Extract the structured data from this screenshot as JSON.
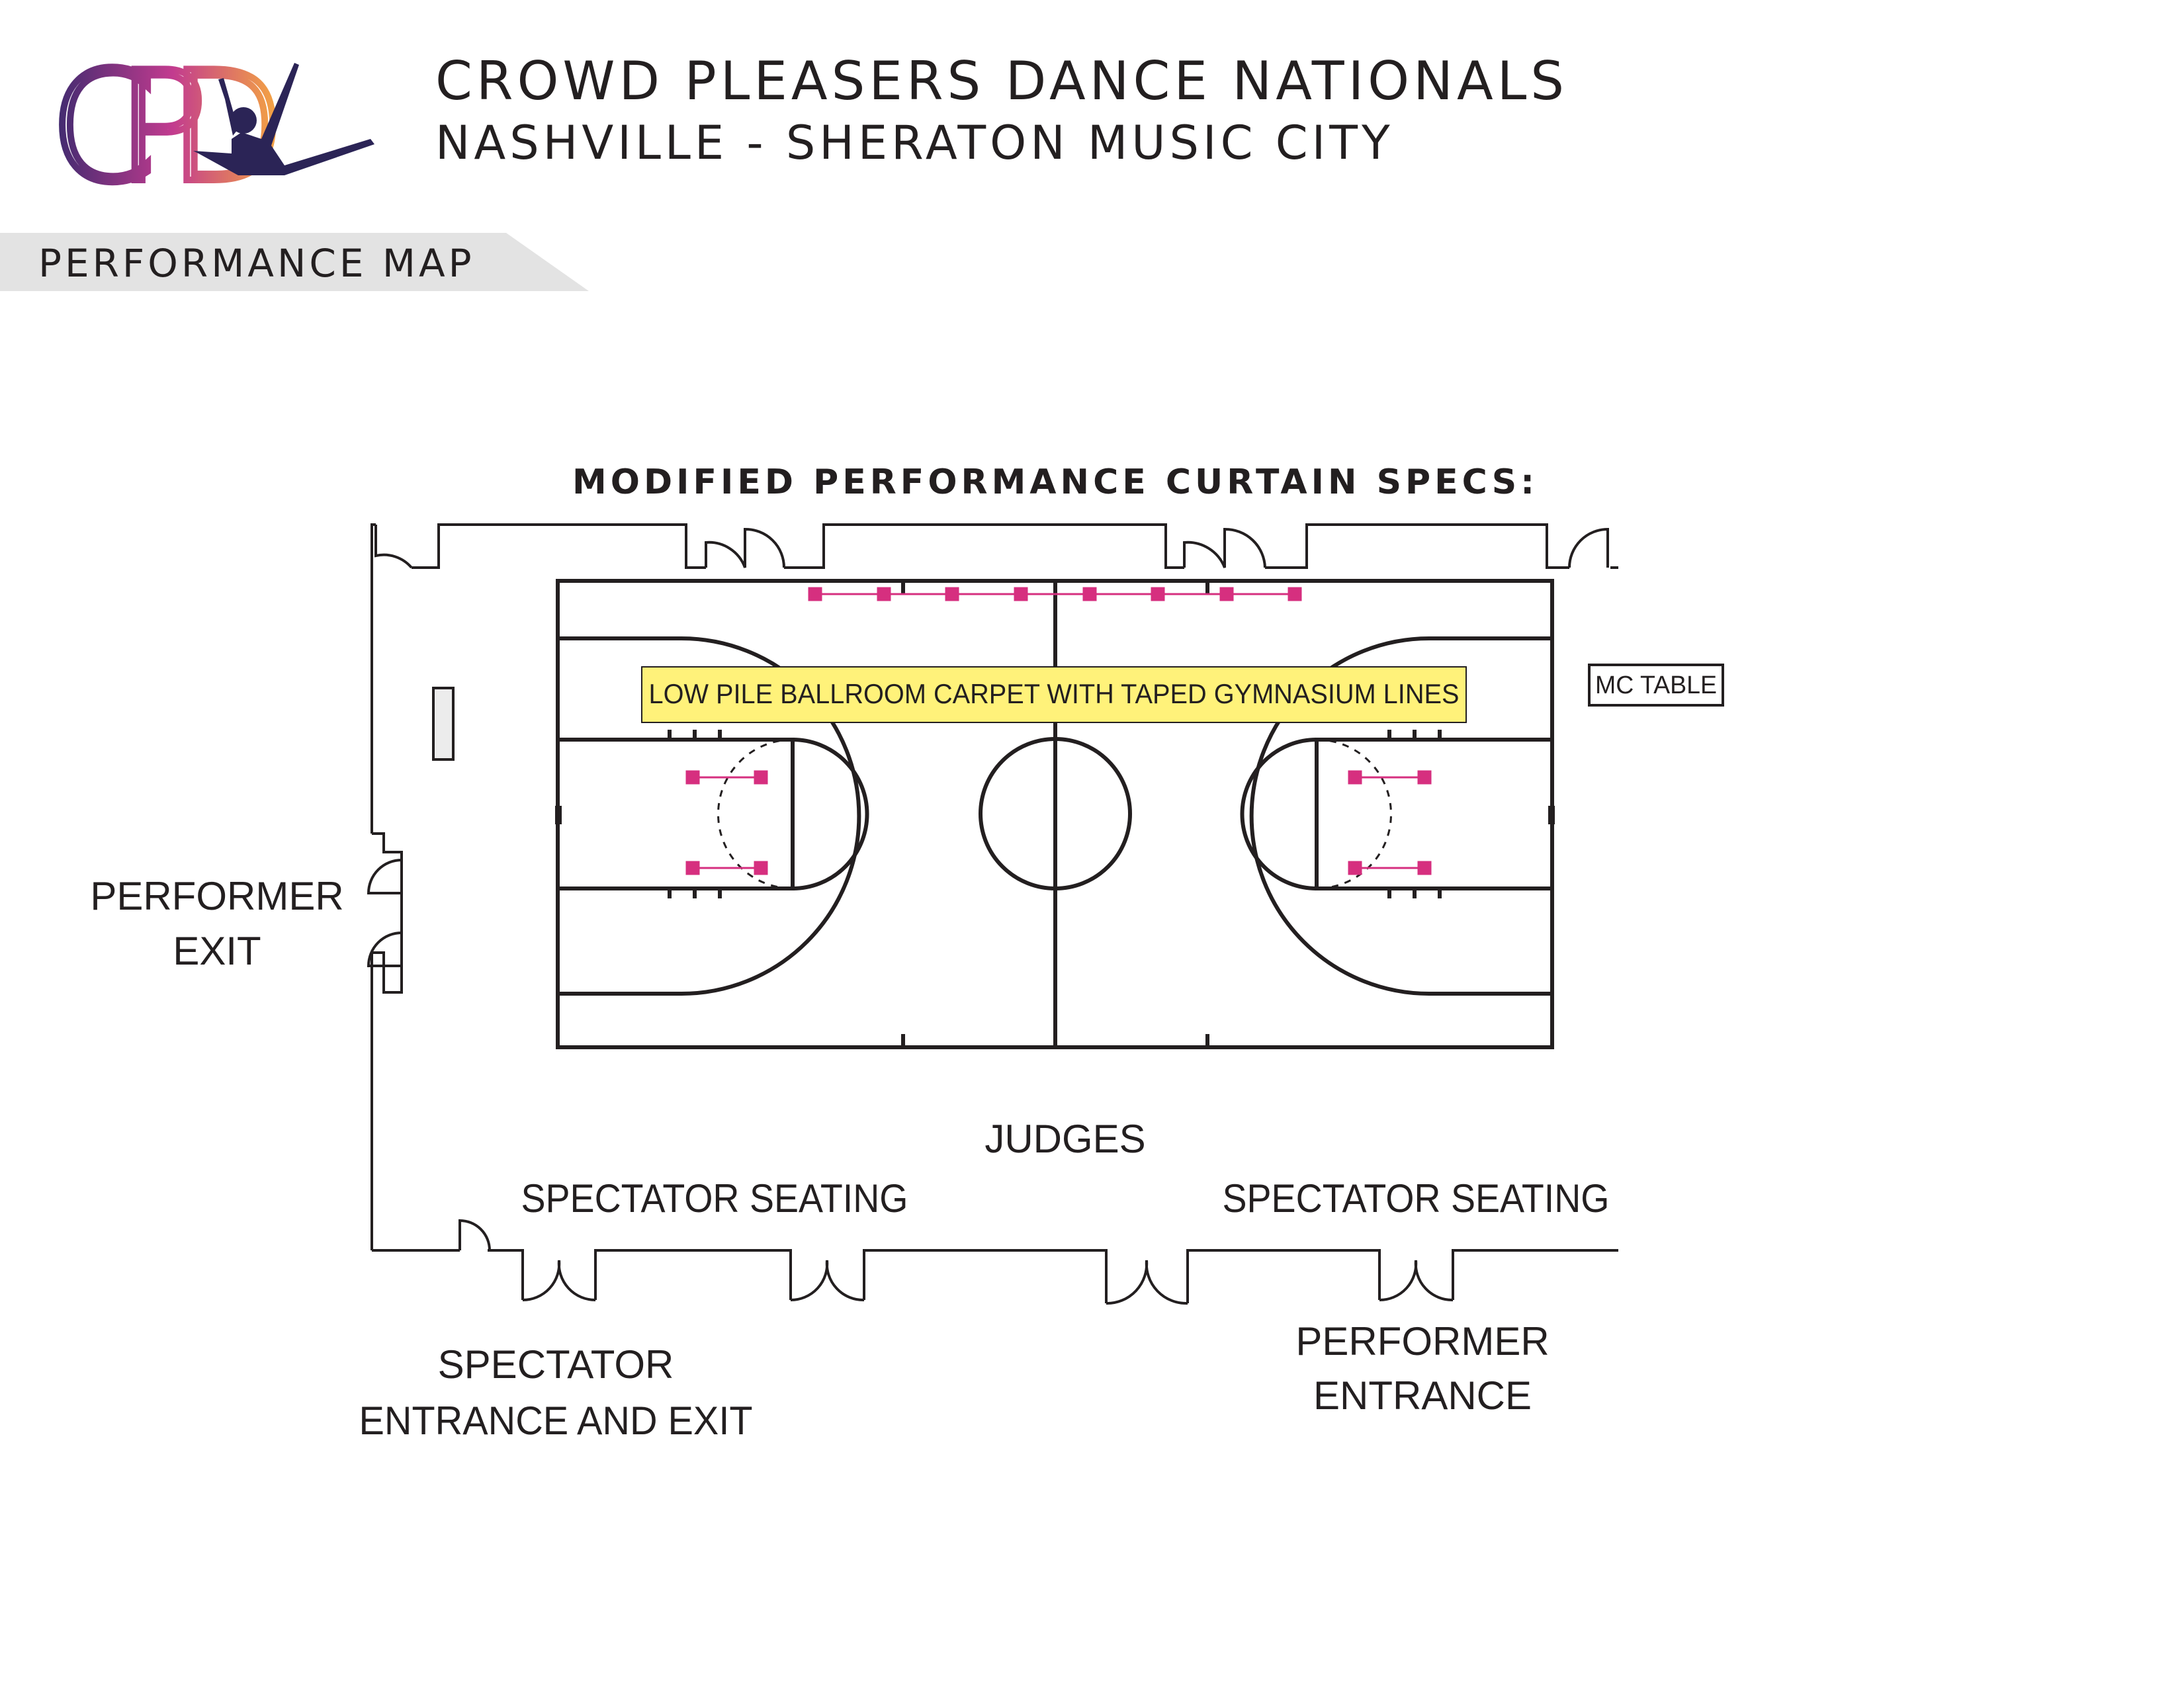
{
  "header": {
    "title": "CROWD PLEASERS DANCE NATIONALS",
    "subtitle": "NASHVILLE - SHERATON MUSIC CITY",
    "logo_text": "CPD"
  },
  "section_tab": {
    "label": "PERFORMANCE MAP"
  },
  "map": {
    "heading": "MODIFIED PERFORMANCE CURTAIN SPECS:",
    "floor_note": "LOW PILE BALLROOM CARPET WITH TAPED GYMNASIUM LINES",
    "mc_table": "MC TABLE",
    "performer_exit": [
      "PERFORMER",
      "EXIT"
    ],
    "judges": "JUDGES",
    "spectator_seating_left": "SPECTATOR SEATING",
    "spectator_seating_right": "SPECTATOR SEATING",
    "spectator_entrance": [
      "SPECTATOR",
      "ENTRANCE AND EXIT"
    ],
    "performer_entrance": [
      "PERFORMER",
      "ENTRANCE"
    ]
  },
  "colors": {
    "ink": "#231f20",
    "curtain": "#d62f7f",
    "note_fill": "#fff27a",
    "tab_fill": "#e3e3e3",
    "logo_gradient": [
      "#3a2a6e",
      "#c23b8f",
      "#f2a045"
    ]
  }
}
